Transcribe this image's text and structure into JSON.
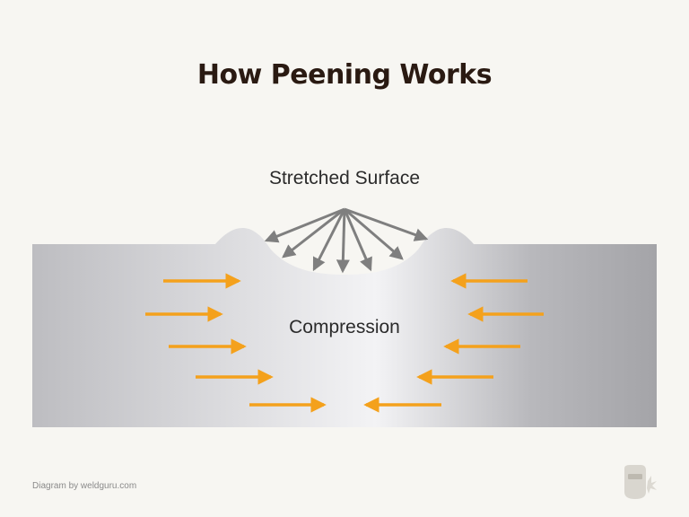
{
  "title": "How Peening Works",
  "labels": {
    "surface": "Stretched Surface",
    "core": "Compression"
  },
  "credit": "Diagram by weldguru.com",
  "colors": {
    "background": "#f7f6f2",
    "title": "#2a1a12",
    "arrow_compression": "#f4a11c",
    "arrow_stretch": "#7f7f7f",
    "metal_light": "#f2f2f4",
    "metal_dark": "#a6a6aa"
  },
  "icons": {
    "logo": "welder-helmet-logo-icon"
  }
}
